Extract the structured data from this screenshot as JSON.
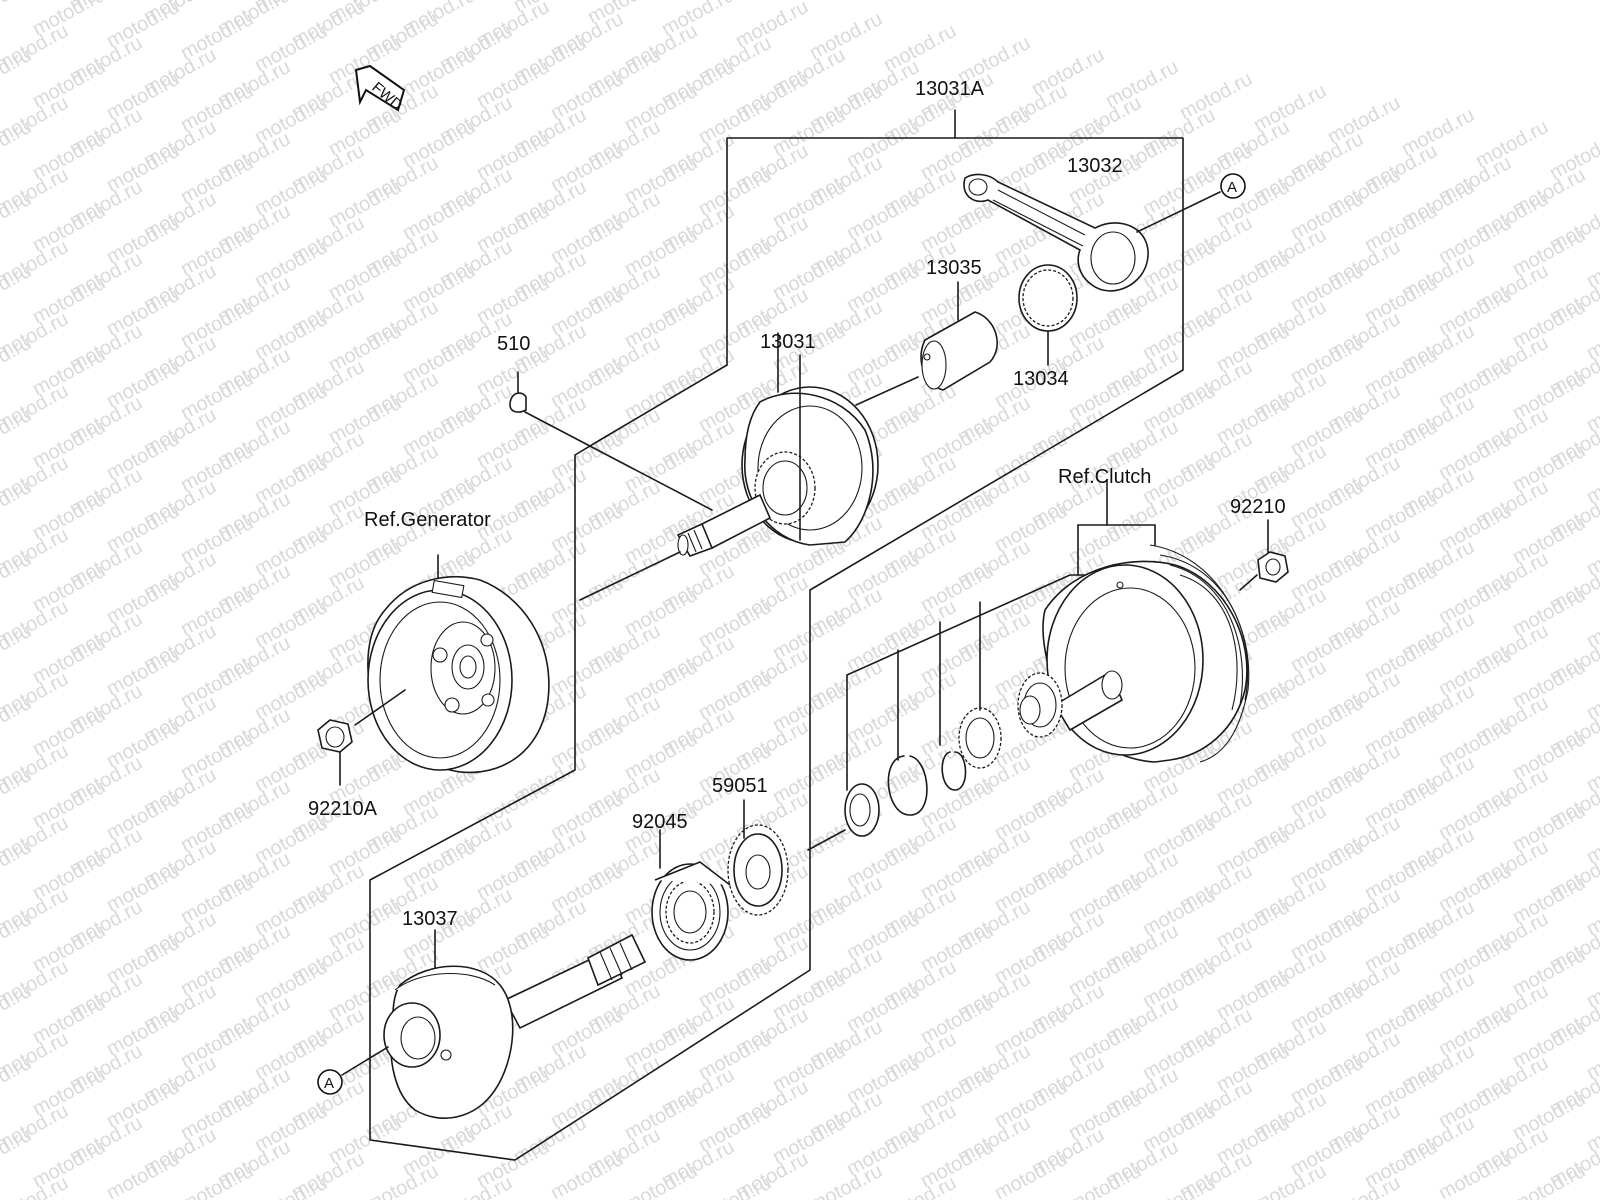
{
  "watermark": {
    "text": "motod.ru"
  },
  "fwd_arrow": {
    "label": "FWD"
  },
  "callouts": {
    "assembly": "13031A",
    "connecting_rod": "13032",
    "pin": "13035",
    "needle_bearing": "13034",
    "crankshaft_left": "13031",
    "key": "510",
    "ref_generator": "Ref.Generator",
    "ref_clutch": "Ref.Clutch",
    "nut_clutch": "92210",
    "nut_generator": "92210A",
    "gear": "59051",
    "ball_bearing": "92045",
    "crankshaft_right": "13037",
    "ref_a_top": "A",
    "ref_a_bottom": "A"
  }
}
